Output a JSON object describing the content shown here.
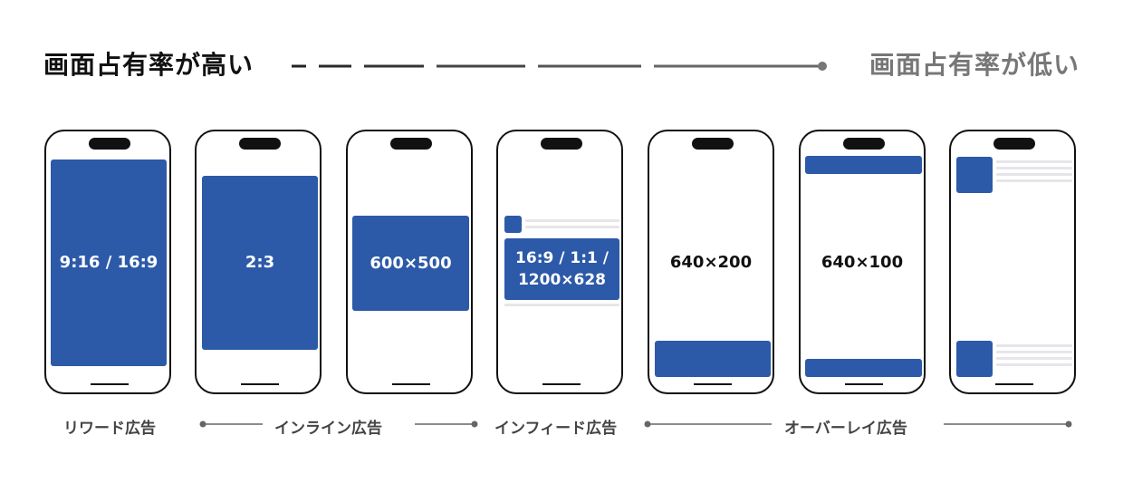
{
  "header": {
    "left_label": "画面占有率が高い",
    "right_label": "画面占有率が低い"
  },
  "phones": [
    {
      "label": "9:16 / 16:9"
    },
    {
      "label": "2:3"
    },
    {
      "label": "600×500"
    },
    {
      "label_line1": "16:9 / 1:1 /",
      "label_line2": "1200×628"
    },
    {
      "label": "640×200"
    },
    {
      "label": "640×100"
    },
    {}
  ],
  "categories": [
    "リワード広告",
    "インライン広告",
    "インフィード広告",
    "オーバーレイ広告"
  ],
  "colors": {
    "ad_blue": "#2c5aa8",
    "dark": "#111111",
    "gray": "#777777"
  }
}
